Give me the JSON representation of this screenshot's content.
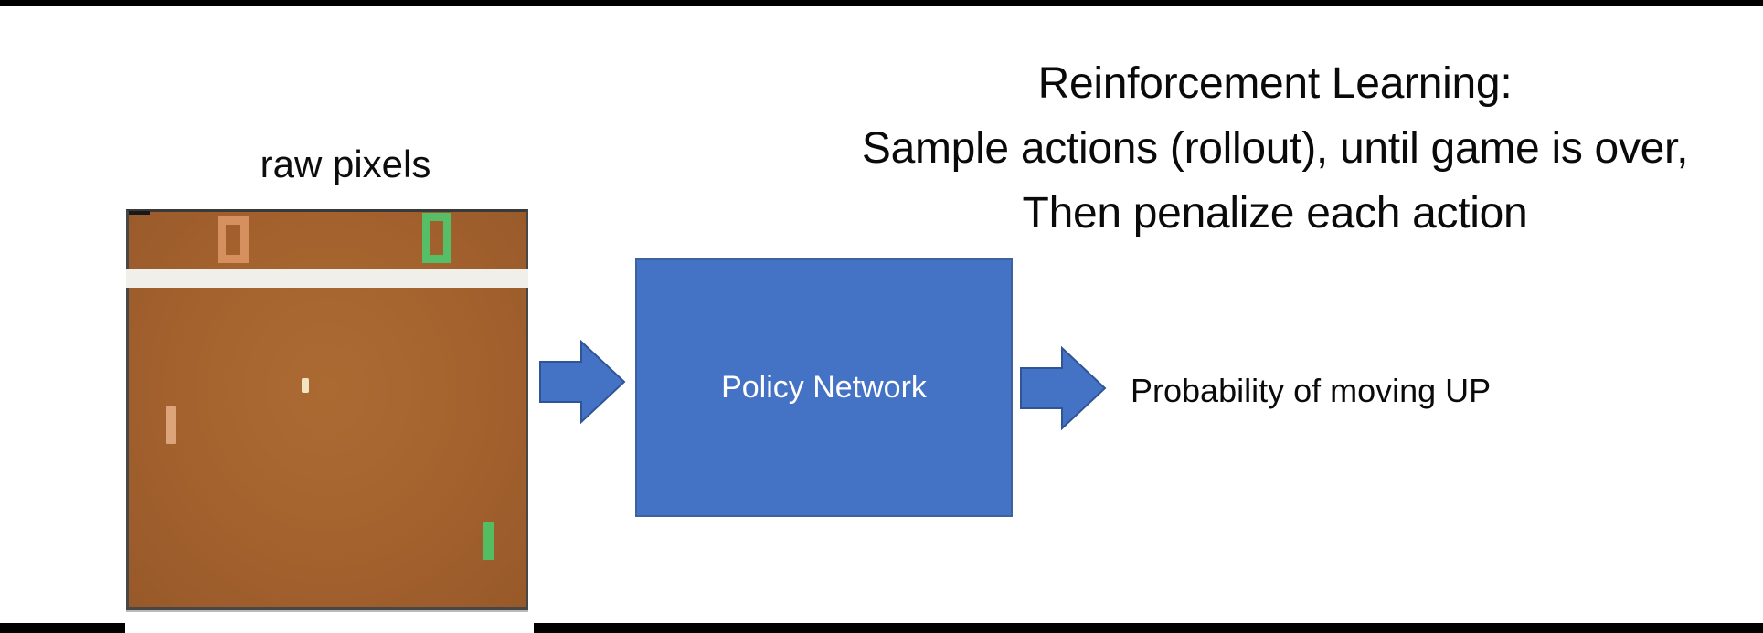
{
  "title": {
    "lines": [
      "Reinforcement Learning:",
      "Sample actions (rollout), until game is over,",
      "Then penalize each action"
    ]
  },
  "raw_pixels_label": "raw pixels",
  "policy_network": {
    "label": "Policy Network",
    "fill": "#4472c4",
    "border": "#3e619f",
    "text_color": "#ffffff"
  },
  "output_label": "Probability of moving UP",
  "arrows": {
    "fill": "#4472c4",
    "stroke": "#2f5597"
  },
  "game": {
    "background": "#a5632e",
    "top_wall_color": "#f0efea",
    "border_color": "#474747",
    "scores": {
      "left": {
        "value": "0",
        "color": "#d68f5f"
      },
      "right": {
        "value": "0",
        "color": "#57be68"
      }
    },
    "ball_color": "#f2e5c4",
    "left_paddle_color": "#dca478",
    "right_paddle_color": "#54bd62"
  },
  "bars_color": "#000000"
}
